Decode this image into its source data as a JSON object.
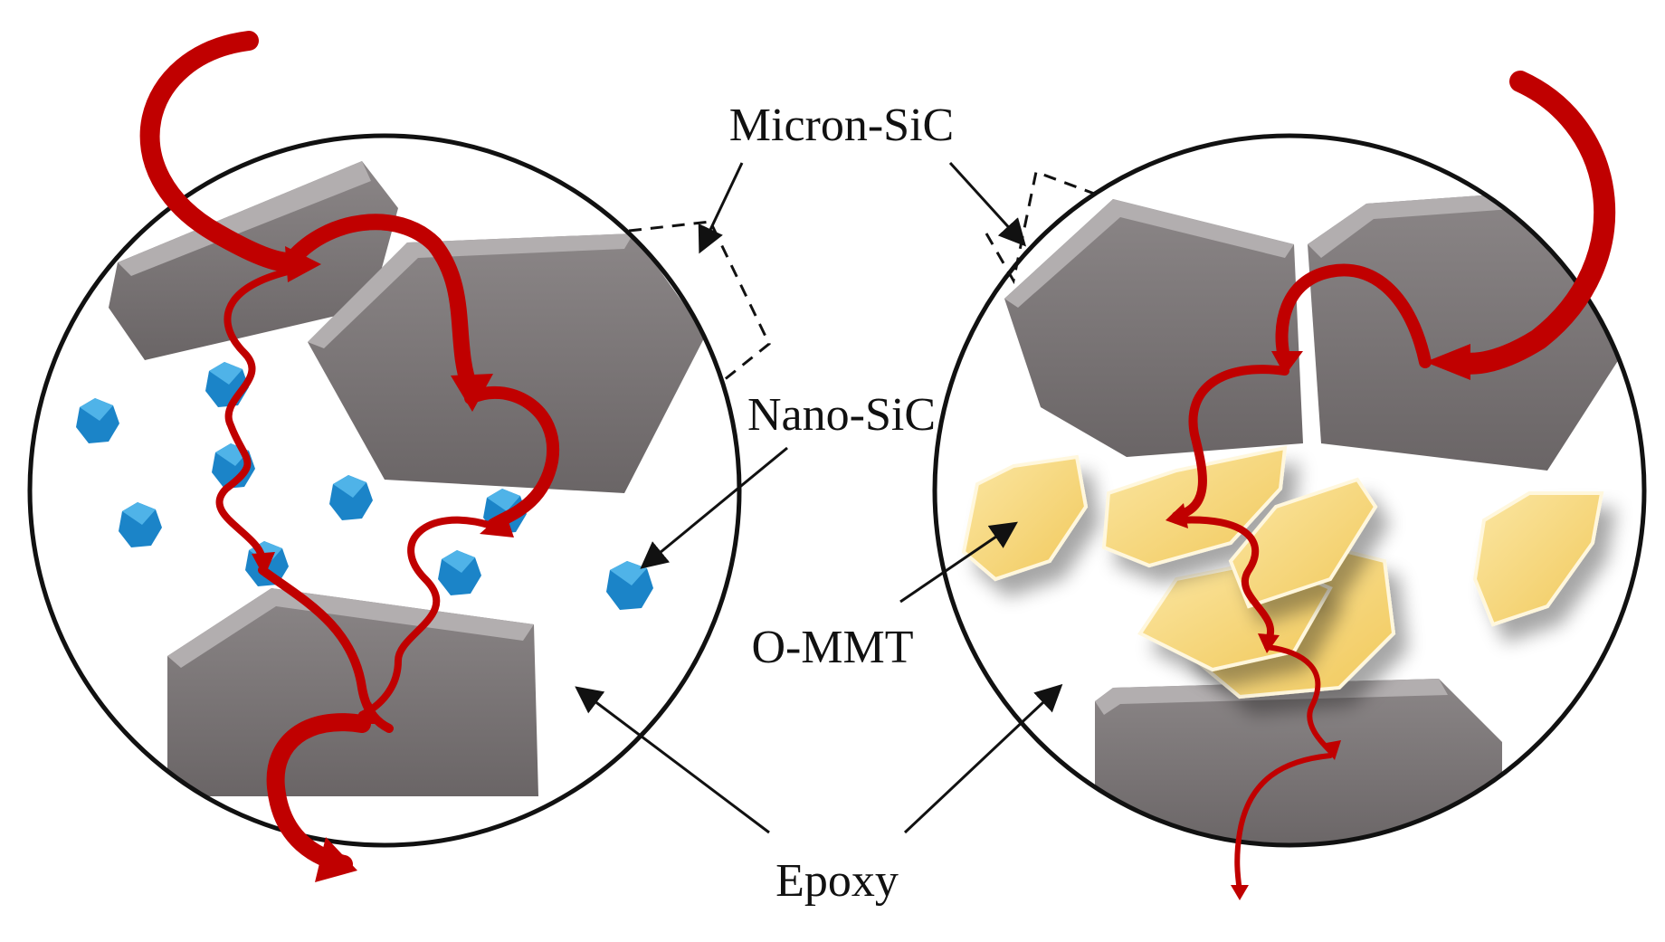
{
  "labels": {
    "micron_sic": "Micron-SiC",
    "nano_sic": "Nano-SiC",
    "o_mmt": "O-MMT",
    "epoxy": "Epoxy"
  },
  "colors": {
    "heat_arrow": "#c00000",
    "micron_particle": "#7a7576",
    "micron_particle_highlight": "#b2aeaf",
    "nano_particle": "#1b84c8",
    "mmt_particle": "#f6d67a",
    "outline": "#111111"
  },
  "icons": {
    "heat_flow": "curved-red-arrow",
    "micron_sic": "grey-hexagonal-slab",
    "nano_sic": "blue-polyhedron",
    "o_mmt": "yellow-platelet"
  }
}
